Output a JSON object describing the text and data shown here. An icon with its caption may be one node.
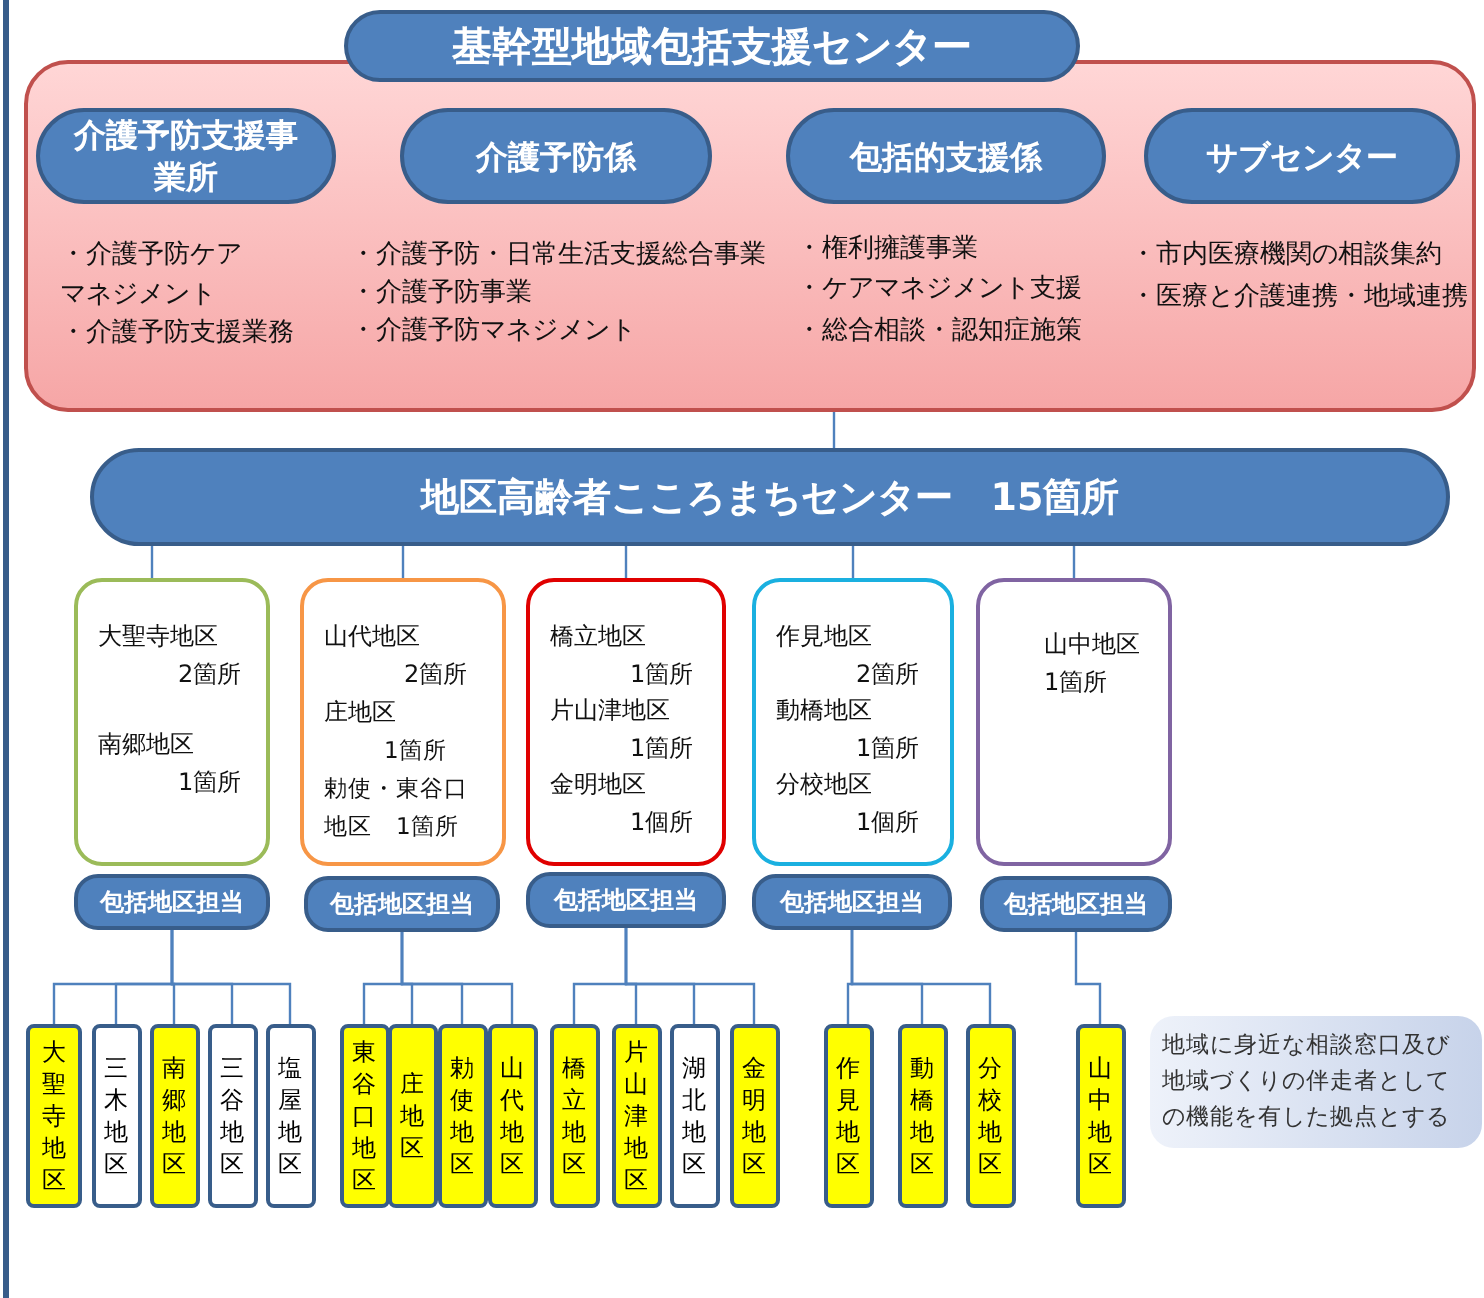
{
  "diagram": {
    "nodes": [
      {
        "text": [
          "基幹型地域包括支援センター"
        ]
      },
      {
        "text": [
          "介護予防支援事業所"
        ],
        "in": 0,
        "beside": [
          "・介護予防ケアマネジメント",
          "・介護予防支援業務"
        ]
      },
      {
        "text": [
          "介護予防係"
        ],
        "in": 0,
        "beside": [
          "・介護予防・日常生活支援総合事業",
          "・介護予防事業",
          "・介護予防マネジメント"
        ]
      },
      {
        "text": [
          "包括的支援係"
        ],
        "in": 0,
        "beside": [
          "・権利擁護事業",
          "・ケアマネジメント支援",
          "・総合相談・認知症施策"
        ]
      },
      {
        "text": [
          "サブセンター"
        ],
        "in": 0,
        "beside": [
          "・市内医療機関の相談集約",
          "・医療と介護連携・地域連携"
        ]
      },
      {
        "text": [
          "地区高齢者こころまちセンター　15箇所"
        ]
      },
      {
        "text": [
          "大聖寺地区",
          "2箇所",
          "南郷地区",
          "1箇所"
        ]
      },
      {
        "text": [
          "山代地区",
          "2箇所",
          "庄地区",
          "1箇所",
          "勅使・東谷口地区　1箇所"
        ]
      },
      {
        "text": [
          "橋立地区",
          "1箇所",
          "片山津地区",
          "1箇所",
          "金明地区",
          "1個所"
        ]
      },
      {
        "text": [
          "作見地区",
          "2箇所",
          "動橋地区",
          "1箇所",
          "分校地区",
          "1個所"
        ]
      },
      {
        "text": [
          "山中地区",
          "1箇所"
        ]
      },
      {
        "text": [
          "包括地区担当"
        ]
      },
      {
        "text": [
          "包括地区担当"
        ]
      },
      {
        "text": [
          "包括地区担当"
        ]
      },
      {
        "text": [
          "包括地区担当"
        ]
      },
      {
        "text": [
          "包括地区担当"
        ]
      },
      {
        "text": [
          "大聖寺地区"
        ]
      },
      {
        "text": [
          "三木地区"
        ]
      },
      {
        "text": [
          "南郷地区"
        ]
      },
      {
        "text": [
          "三谷地区"
        ]
      },
      {
        "text": [
          "塩屋地区"
        ]
      },
      {
        "text": [
          "東谷口地区"
        ]
      },
      {
        "text": [
          "庄地区"
        ]
      },
      {
        "text": [
          "勅使地区"
        ]
      },
      {
        "text": [
          "山代地区"
        ]
      },
      {
        "text": [
          "橋立地区"
        ]
      },
      {
        "text": [
          "片山津地区"
        ]
      },
      {
        "text": [
          "湖北地区"
        ]
      },
      {
        "text": [
          "金明地区"
        ]
      },
      {
        "text": [
          "作見地区"
        ]
      },
      {
        "text": [
          "動橋地区"
        ]
      },
      {
        "text": [
          "分校地区"
        ]
      },
      {
        "text": [
          "山中地区"
        ]
      },
      {
        "text": [
          "地域に身近な相談窓口及び地域づくりの伴走者としての機能を有した拠点とする"
        ]
      }
    ],
    "edges": [
      {
        "from": 0,
        "to": 5,
        "arrow": "none"
      },
      {
        "from": 5,
        "to": 6,
        "arrow": "none"
      },
      {
        "from": 5,
        "to": 7,
        "arrow": "none"
      },
      {
        "from": 5,
        "to": 8,
        "arrow": "none"
      },
      {
        "from": 5,
        "to": 9,
        "arrow": "none"
      },
      {
        "from": 5,
        "to": 10,
        "arrow": "none"
      },
      {
        "from": 11,
        "to": 16,
        "arrow": "none"
      },
      {
        "from": 11,
        "to": 17,
        "arrow": "none"
      },
      {
        "from": 11,
        "to": 18,
        "arrow": "none"
      },
      {
        "from": 11,
        "to": 19,
        "arrow": "none"
      },
      {
        "from": 11,
        "to": 20,
        "arrow": "none"
      },
      {
        "from": 12,
        "to": 21,
        "arrow": "none"
      },
      {
        "from": 12,
        "to": 22,
        "arrow": "none"
      },
      {
        "from": 12,
        "to": 23,
        "arrow": "none"
      },
      {
        "from": 12,
        "to": 24,
        "arrow": "none"
      },
      {
        "from": 13,
        "to": 25,
        "arrow": "none"
      },
      {
        "from": 13,
        "to": 26,
        "arrow": "none"
      },
      {
        "from": 13,
        "to": 27,
        "arrow": "none"
      },
      {
        "from": 13,
        "to": 28,
        "arrow": "none"
      },
      {
        "from": 14,
        "to": 29,
        "arrow": "none"
      },
      {
        "from": 14,
        "to": 30,
        "arrow": "none"
      },
      {
        "from": 14,
        "to": 31,
        "arrow": "none"
      },
      {
        "from": 15,
        "to": 32,
        "arrow": "none"
      }
    ]
  }
}
